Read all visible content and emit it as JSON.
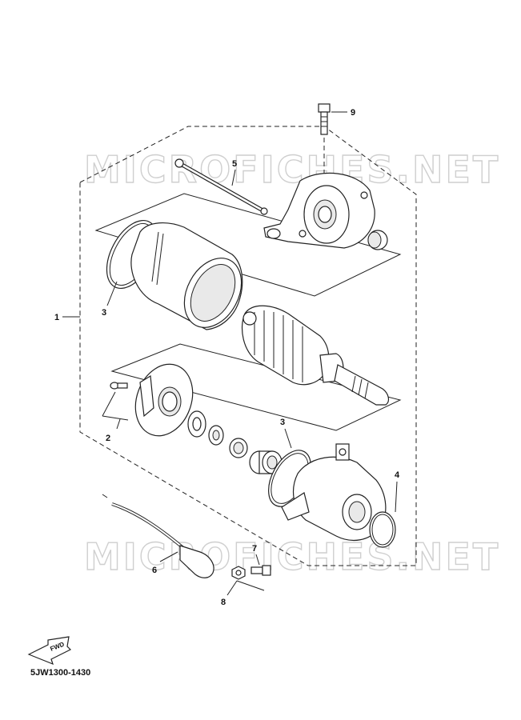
{
  "watermark": "MICROFICHES.NET",
  "diagram_code": "5JW1300-1430",
  "fwd_label": "FWD",
  "callouts": {
    "c1": "1",
    "c2": "2",
    "c3a": "3",
    "c3b": "3",
    "c4": "4",
    "c5": "5",
    "c6": "6",
    "c7": "7",
    "c8": "8",
    "c9": "9"
  }
}
